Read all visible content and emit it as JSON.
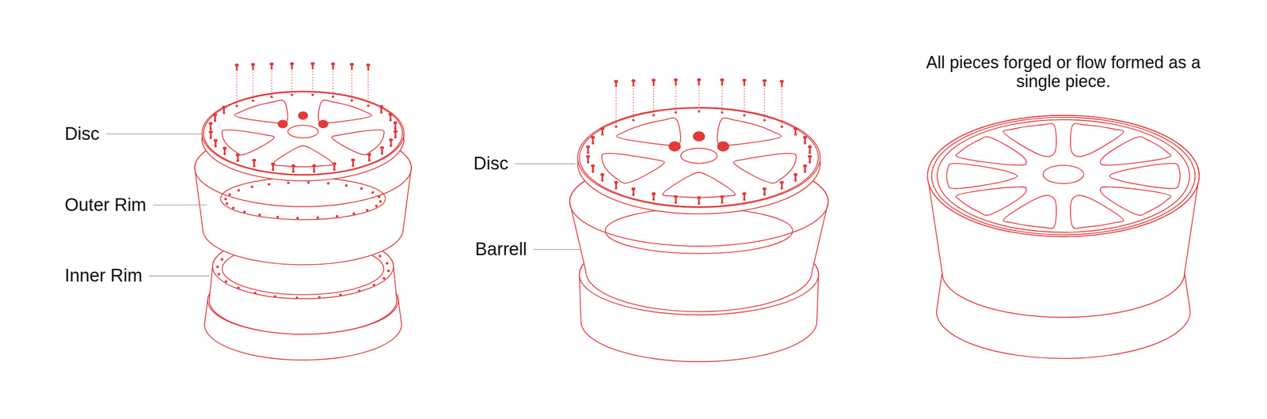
{
  "diagram": {
    "labels": [
      "Disc",
      "Outer Rim",
      "Inner Rim",
      "Disc",
      "Barrell",
      "All pieces forged or flow formed as a single piece."
    ]
  }
}
